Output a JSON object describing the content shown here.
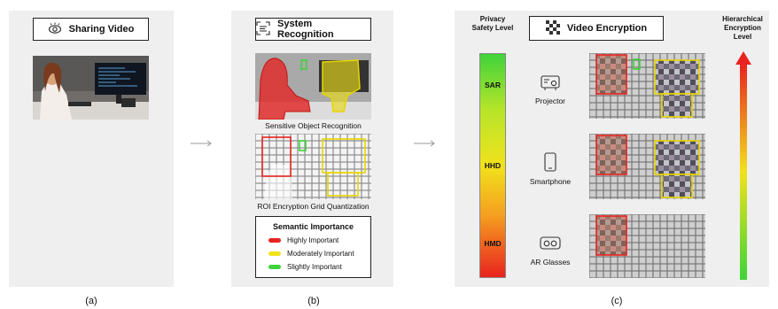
{
  "panel_a": {
    "title": "Sharing Video",
    "caption": "(a)",
    "icon": "eye-icon"
  },
  "panel_b": {
    "title": "System Recognition",
    "caption": "(b)",
    "icon": "scan-icon",
    "image1_label": "Sensitive Object Recognition",
    "image2_label": "ROI Encryption Grid Quantization",
    "legend": {
      "title": "Semantic Importance",
      "items": [
        {
          "label": "Highly Important",
          "color": "#e8231f"
        },
        {
          "label": "Moderately Important",
          "color": "#f1e21c"
        },
        {
          "label": "Slightly Important",
          "color": "#3fd33a"
        }
      ]
    }
  },
  "panel_c": {
    "title": "Video Encryption",
    "caption": "(c)",
    "icon": "checker-icon",
    "left_header": "Privacy Safety Level",
    "right_header": "Hierarchical Encryption Level",
    "levels": [
      "SAR",
      "HHD",
      "HMD"
    ],
    "devices": [
      {
        "label": "Projector",
        "icon": "projector-icon"
      },
      {
        "label": "Smartphone",
        "icon": "smartphone-icon"
      },
      {
        "label": "AR Glasses",
        "icon": "ar-glasses-icon"
      }
    ]
  },
  "colors": {
    "red": "#e8231f",
    "yellow": "#f1e21c",
    "green": "#3fd33a",
    "panel_bg": "#efefef"
  }
}
